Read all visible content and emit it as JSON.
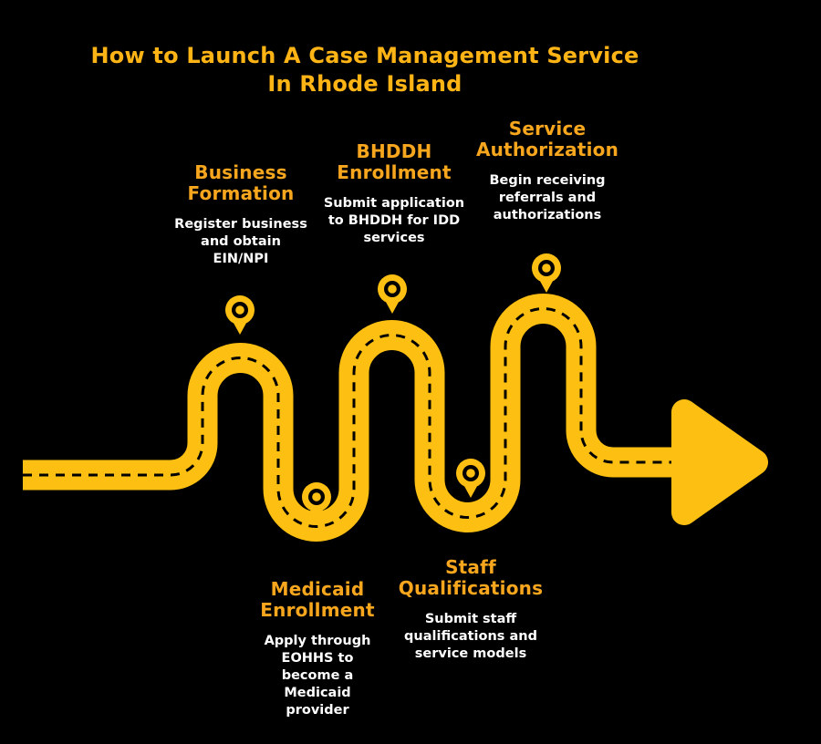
{
  "title": {
    "line1": "How to Launch A Case Management Service",
    "line2": "In Rhode Island"
  },
  "milestones": [
    {
      "heading": "Business Formation",
      "description": "Register business and obtain EIN/NPI",
      "road_position": "top"
    },
    {
      "heading": "Medicaid Enrollment",
      "description": "Apply through EOHHS to become a Medicaid provider",
      "road_position": "bottom"
    },
    {
      "heading": "BHDDH Enrollment",
      "description": "Submit application to BHDDH for IDD services",
      "road_position": "top"
    },
    {
      "heading": "Staff Qualifications",
      "description": "Submit staff qualifications and service models",
      "road_position": "bottom"
    },
    {
      "heading": "Service Authorization",
      "description": "Begin receiving referrals and authorizations",
      "road_position": "top"
    }
  ],
  "icons": {
    "milestone_marker": "map-pin-icon",
    "direction": "arrow-right-icon"
  },
  "colors": {
    "background": "#000000",
    "road": "#FDC012",
    "road_dash": "#000000",
    "title": "#FFB416",
    "heading": "#F7A61D",
    "description": "#FFFFFF"
  }
}
